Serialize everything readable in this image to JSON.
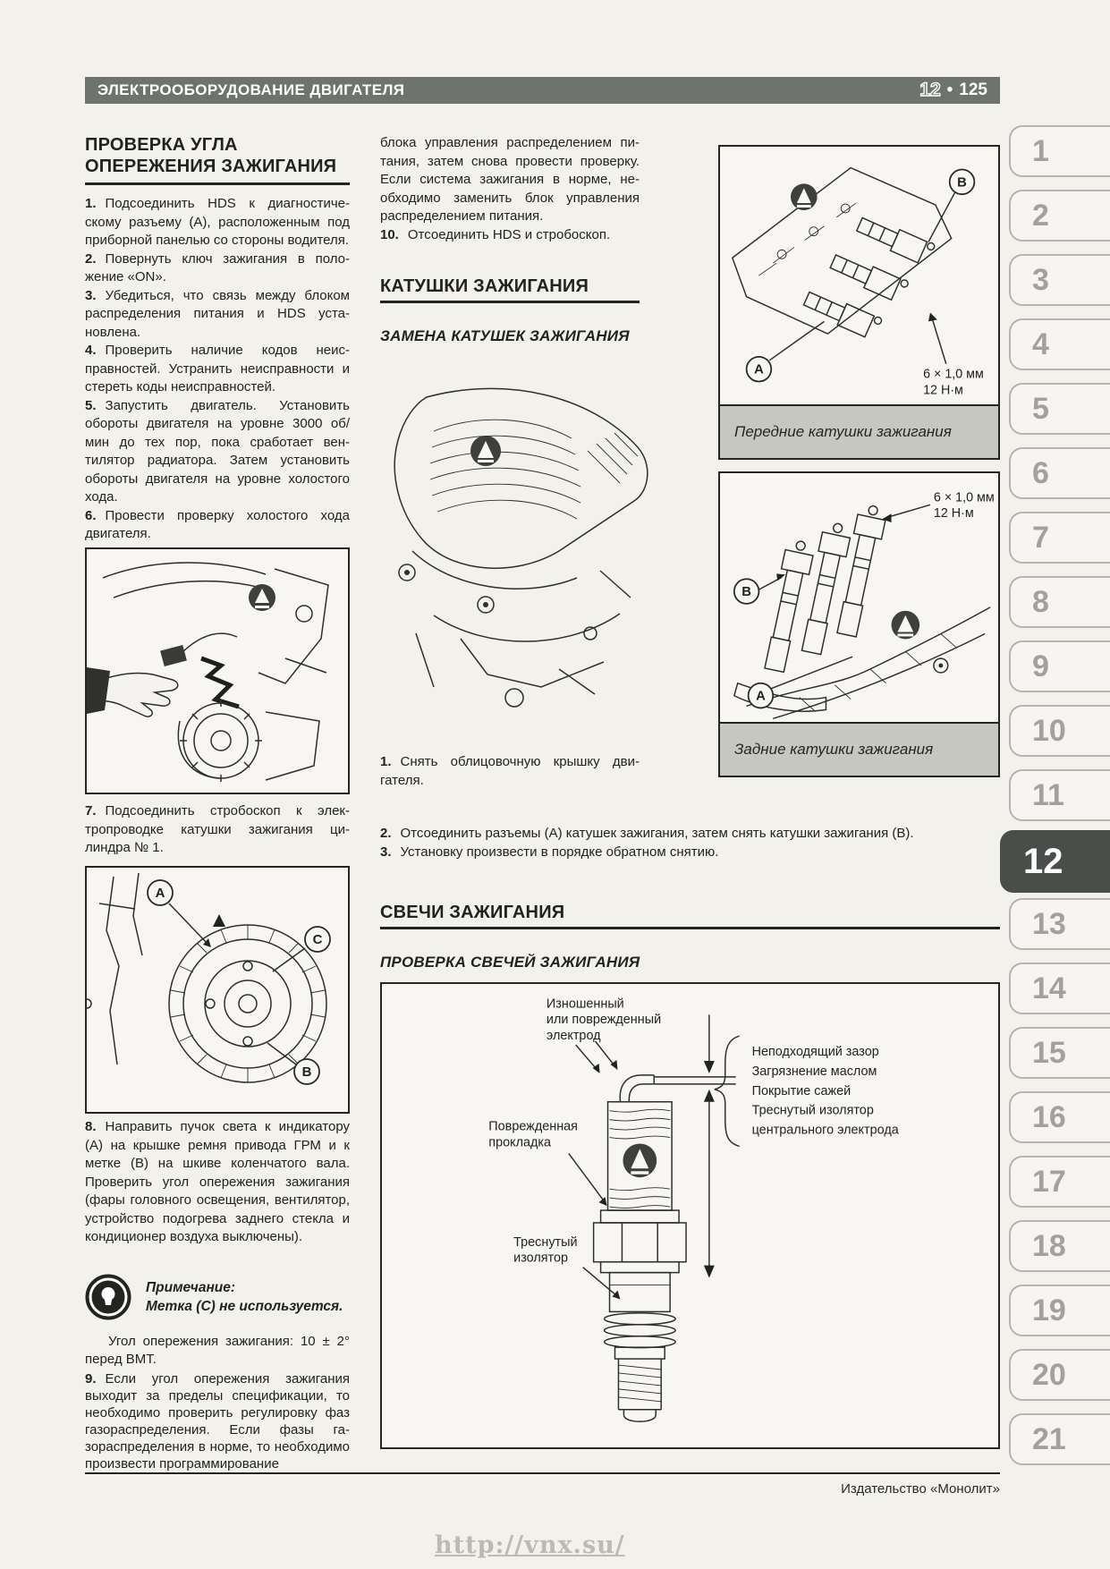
{
  "header": {
    "title": "ЭЛЕКТРООБОРУДОВАНИЕ ДВИГАТЕЛЯ",
    "chapter": "12",
    "bullet": "•",
    "page": "125"
  },
  "sidebar": {
    "tabs": [
      "1",
      "2",
      "3",
      "4",
      "5",
      "6",
      "7",
      "8",
      "9",
      "10",
      "11",
      "12",
      "13",
      "14",
      "15",
      "16",
      "17",
      "18",
      "19",
      "20",
      "21"
    ],
    "active_tab": "12"
  },
  "timing_section": {
    "heading": "ПРОВЕРКА УГЛА ОПЕРЕЖЕНИЯ ЗАЖИГАНИЯ",
    "steps": [
      {
        "num": "1.",
        "text": "Подсоединить HDS к диагностиче­скому разъему (А), расположенным под приборной панелью со стороны води­теля."
      },
      {
        "num": "2.",
        "text": "Повернуть ключ зажигания в поло­жение «ON»."
      },
      {
        "num": "3.",
        "text": "Убедиться, что связь между блоком распределения питания и HDS уста­новлена."
      },
      {
        "num": "4.",
        "text": "Проверить наличие кодов неис­правностей. Устранить неисправности и стереть коды неисправностей."
      },
      {
        "num": "5.",
        "text": "Запустить двигатель. Установить обороты двигателя на уровне 3000 об/мин до тех пор, пока сработает вен­тилятор радиатора. Затем установить обороты двигателя на уровне холосто­го хода."
      },
      {
        "num": "6.",
        "text": "Провести проверку холостого хода двигателя."
      }
    ],
    "step7": {
      "num": "7.",
      "text": "Подсоединить стробоскоп к элек­тропроводке катушки зажигания ци­линдра № 1."
    },
    "step8": {
      "num": "8.",
      "text": "Направить пучок света к индикато­ру (А) на крышке ремня привода ГРМ и к метке (В) на шкиве коленчатого ва­ла. Проверить угол опережения зажигания (фары головного освещения, вен­тилятор, устройство подогрева задне­го стекла и кондиционер воздуха выклю­чены)."
    },
    "note_title": "Примечание:",
    "note_text": "Метка (С) не используется.",
    "spec": "Угол опережения зажигания: 10 ± 2° перед ВМТ.",
    "step9": {
      "num": "9.",
      "text": "Если угол опережения зажигания выходит за пределы спецификации, то необходимо проверить регулировку фаз газораспределения. Если фазы га­зораспределения в норме, то необхо­димо произвести программирование"
    },
    "continuation": "блока управления распределением пи­тания, затем снова провести проверку. Если система зажигания в норме, не­обходимо заменить блок управления распределением питания.",
    "step10": {
      "num": "10.",
      "text": "Отсоединить HDS и стробоскоп."
    }
  },
  "coils_section": {
    "heading": "КАТУШКИ ЗАЖИГАНИЯ",
    "subheading": "ЗАМЕНА КАТУШЕК ЗАЖИГАНИЯ",
    "step1": {
      "num": "1.",
      "text": "Снять облицовочную крышку дви­гателя."
    },
    "step2": {
      "num": "2.",
      "text": "Отсоединить разъемы (А) катушек зажигания, затем снять катушки зажигания (В)."
    },
    "step3": {
      "num": "3.",
      "text": "Установку произвести в порядке обратном снятию."
    },
    "front_caption": "Передние катушки зажигания",
    "rear_caption": "Задние катушки зажигания",
    "torque_line1": "6 × 1,0 мм",
    "torque_line2": "12 Н·м",
    "label_a": "A",
    "label_b": "B"
  },
  "pulley_fig": {
    "label_a": "A",
    "label_b": "B",
    "label_c": "C"
  },
  "plugs_section": {
    "heading": "СВЕЧИ ЗАЖИГАНИЯ",
    "subheading": "ПРОВЕРКА СВЕЧЕЙ ЗАЖИГАНИЯ",
    "worn_label": [
      "Изношенный",
      "или поврежденный",
      "электрод"
    ],
    "gap_labels": [
      "Неподходящий зазор",
      "Загрязнение маслом",
      "Покрытие сажей",
      "Треснутый изолятор",
      "центрального электрода"
    ],
    "gasket_label": [
      "Поврежденная",
      "прокладка"
    ],
    "insulator_label": [
      "Треснутый",
      "изолятор"
    ]
  },
  "footer": {
    "publisher": "Издательство «Монолит»",
    "watermark": "http://vnx.su/"
  }
}
